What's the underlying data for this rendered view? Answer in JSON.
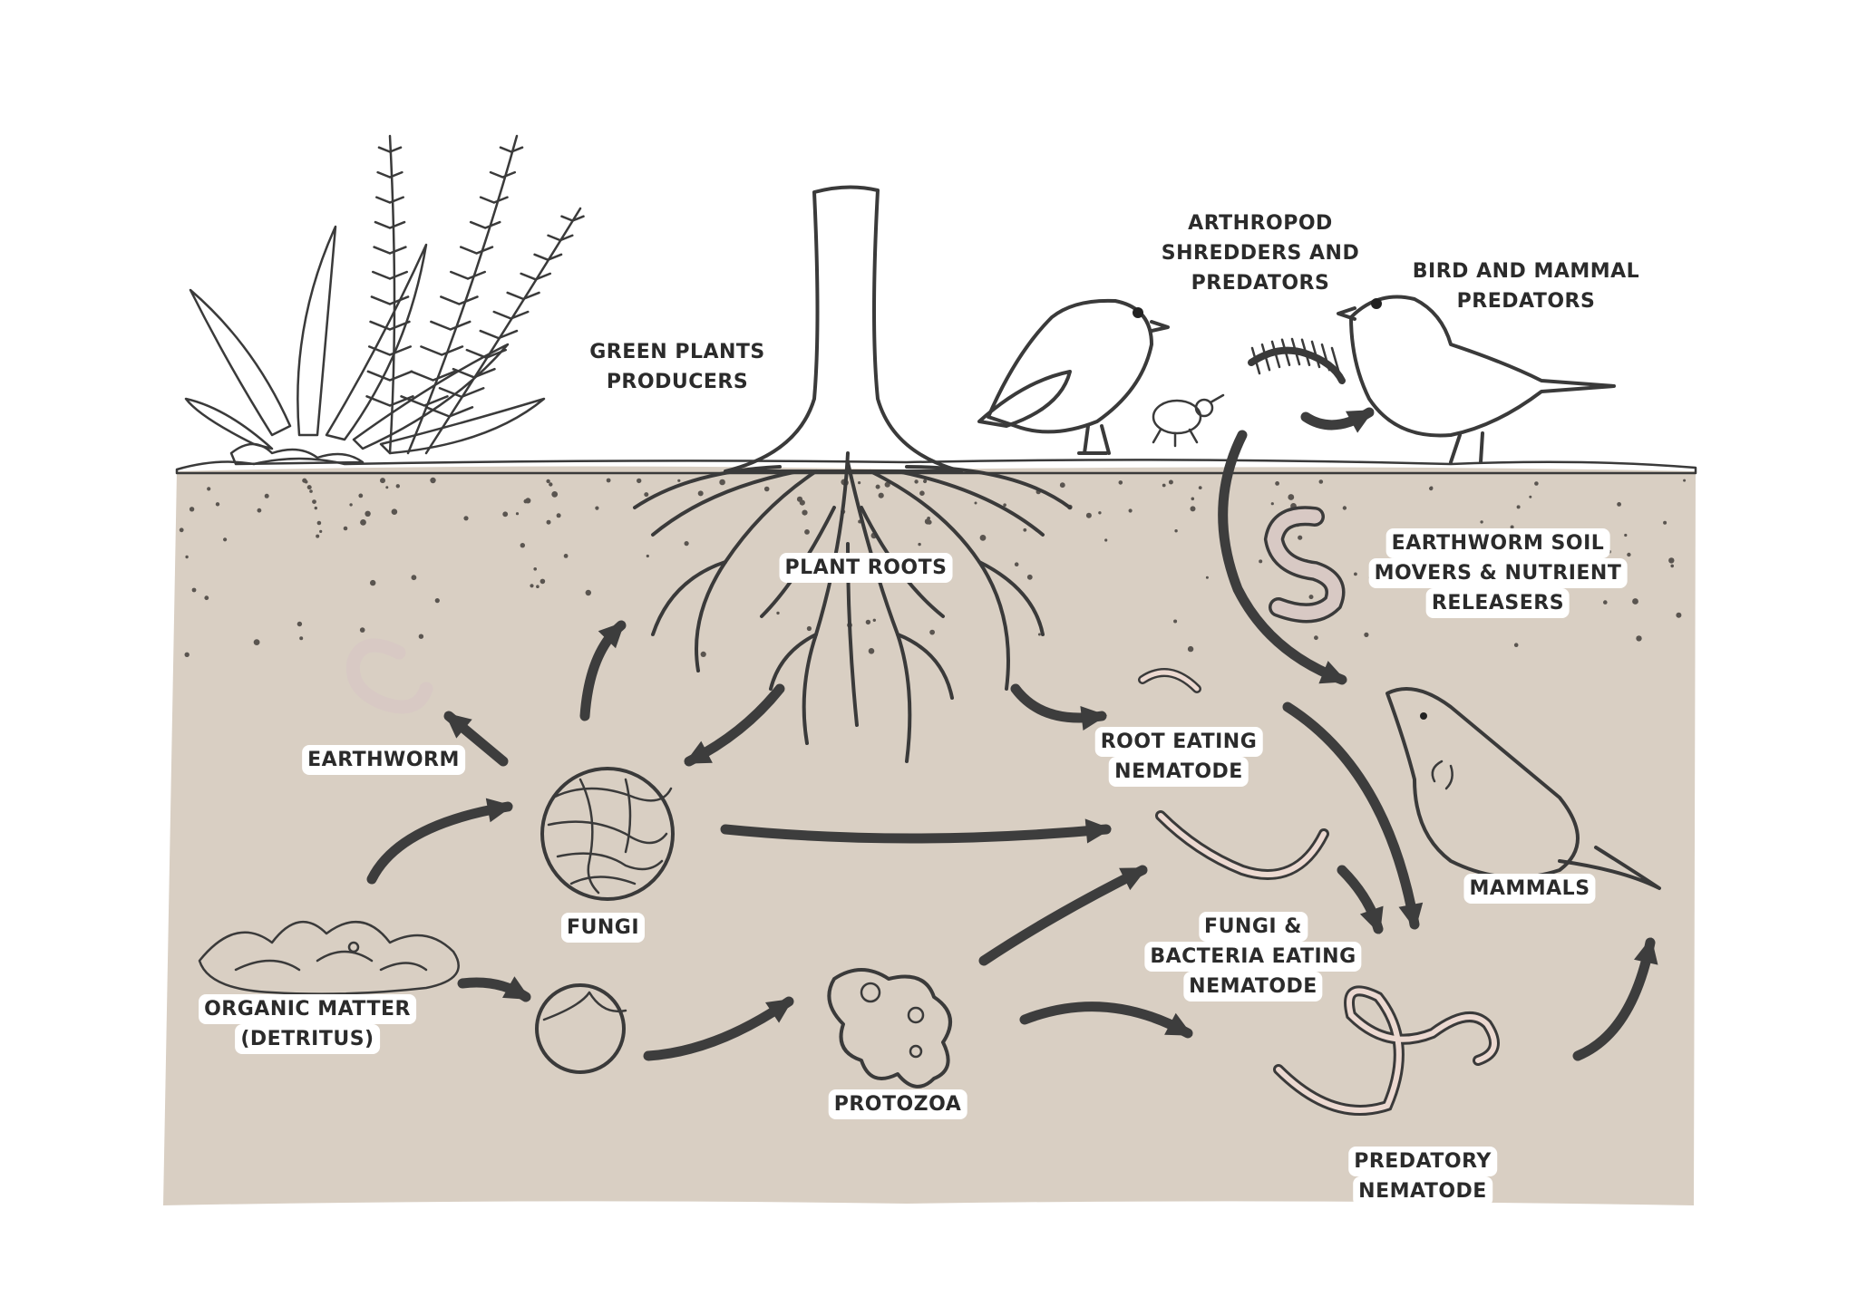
{
  "colors": {
    "soil": "#d9cfc3",
    "plant_green": "#dfe2c8",
    "creature_pink": "#ecd9d1",
    "ink": "#3a3a3a",
    "arrow": "#3d3d3d",
    "label_bg": "#ffffff"
  },
  "labels": {
    "green_plants": [
      "GREEN PLANTS",
      "PRODUCERS"
    ],
    "arthropod": [
      "ARTHROPOD",
      "SHREDDERS AND",
      "PREDATORS"
    ],
    "bird_mammal": [
      "BIRD AND MAMMAL",
      "PREDATORS"
    ],
    "plant_roots": [
      "PLANT ROOTS"
    ],
    "earthworm_soil": [
      "EARTHWORM SOIL",
      "MOVERS & NUTRIENT",
      "RELEASERS"
    ],
    "earthworm": [
      "EARTHWORM"
    ],
    "root_eating": [
      "ROOT EATING",
      "NEMATODE"
    ],
    "mammals": [
      "MAMMALS"
    ],
    "fungi": [
      "FUNGI"
    ],
    "fungi_bacteria": [
      "FUNGI &",
      "BACTERIA EATING",
      "NEMATODE"
    ],
    "organic_matter": [
      "ORGANIC MATTER",
      "(DETRITUS)"
    ],
    "protozoa": [
      "PROTOZOA"
    ],
    "predatory": [
      "PREDATORY",
      "NEMATODE"
    ]
  }
}
